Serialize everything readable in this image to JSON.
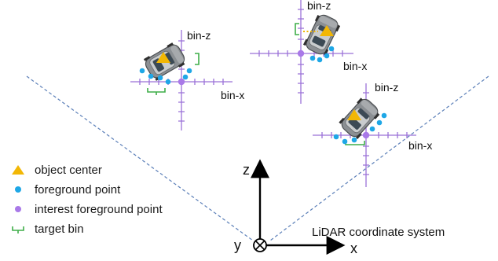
{
  "legend": {
    "items": [
      {
        "marker": "triangle",
        "color": "#f2b705",
        "label": "object center"
      },
      {
        "marker": "dot",
        "color": "#1ea7e6",
        "label": "foreground point"
      },
      {
        "marker": "dot",
        "color": "#a979e8",
        "label": "interest foreground point"
      },
      {
        "marker": "bracket",
        "color": "#3fae49",
        "label": "target bin"
      }
    ]
  },
  "axis_labels": {
    "bin_z": "bin-z",
    "bin_x": "bin-x"
  },
  "lidar": {
    "title": "LiDAR coordinate system",
    "x": "x",
    "y": "y",
    "z": "z"
  },
  "colors": {
    "bin_axis": "#9b72d8",
    "foreground": "#1ea7e6",
    "interest": "#a979e8",
    "center": "#f2b705",
    "target_bin": "#3fae49",
    "fov_line": "#5b7fb8"
  }
}
